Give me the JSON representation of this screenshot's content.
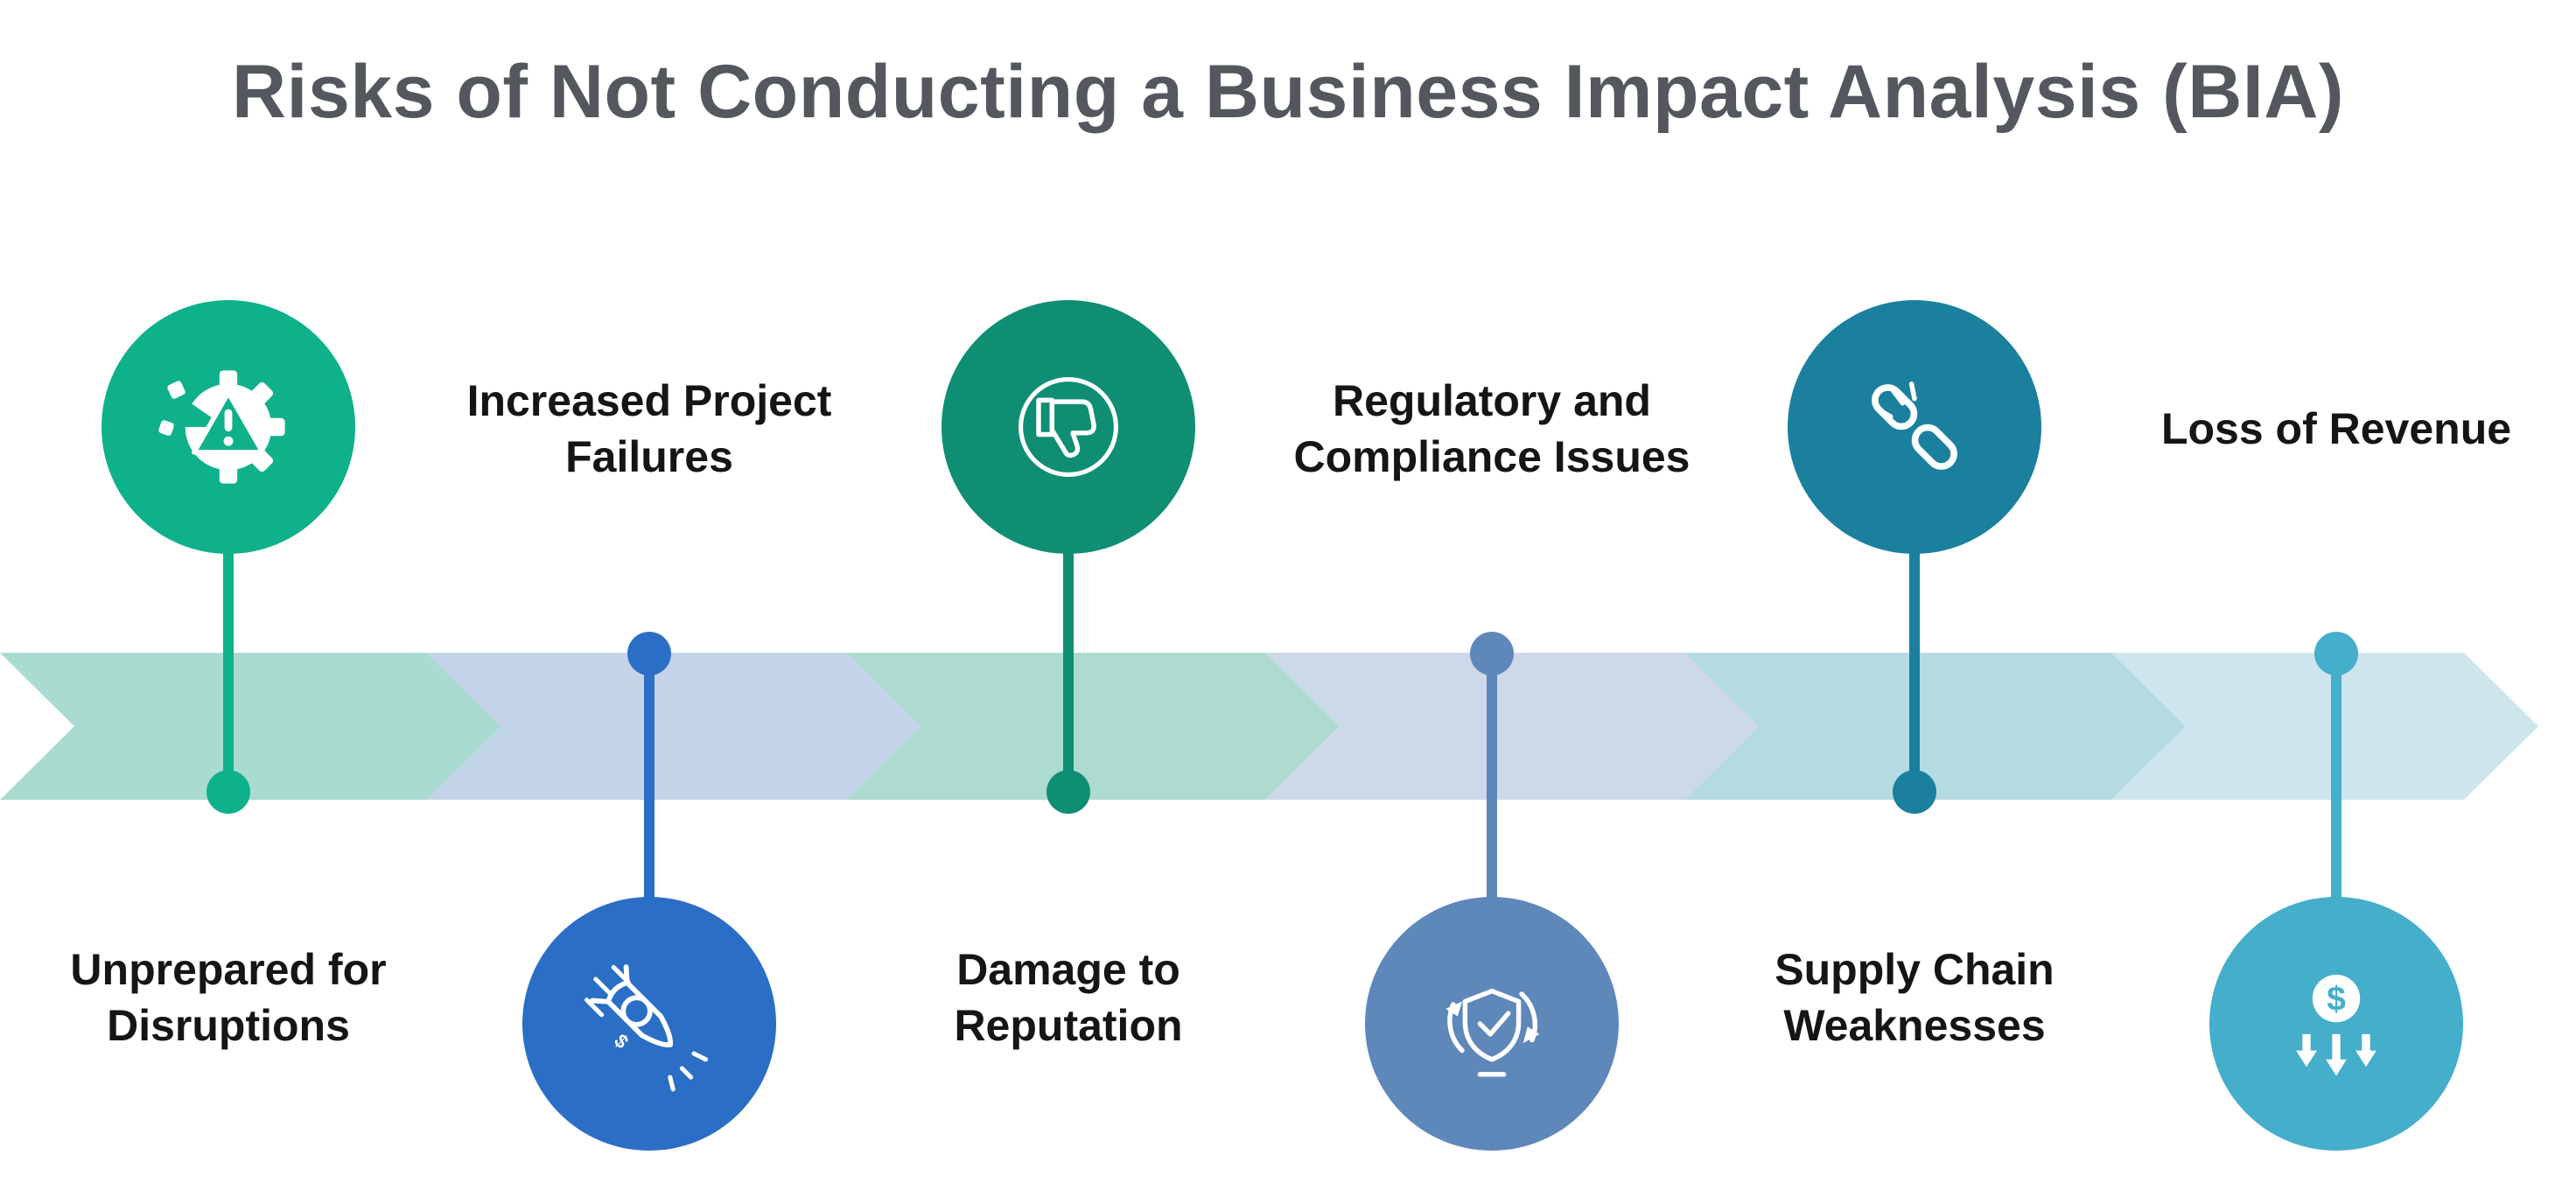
{
  "title": "Risks of Not Conducting a Business Impact Analysis (BIA)",
  "items": [
    {
      "id": "unprepared-for-disruptions",
      "lines": [
        "Unprepared for",
        "Disruptions"
      ],
      "color": "#0fb18a",
      "icon": "broken-gear-warning-icon",
      "side": "top"
    },
    {
      "id": "increased-project-failures",
      "lines": [
        "Increased Project",
        "Failures"
      ],
      "color": "#2b6ec5",
      "icon": "crashing-rocket-icon",
      "side": "bottom"
    },
    {
      "id": "damage-to-reputation",
      "lines": [
        "Damage to",
        "Reputation"
      ],
      "color": "#0f8e74",
      "icon": "thumbs-down-icon",
      "side": "top"
    },
    {
      "id": "regulatory-and-compliance-issues",
      "lines": [
        "Regulatory and",
        "Compliance Issues"
      ],
      "color": "#5e87ba",
      "icon": "shield-check-icon",
      "side": "bottom"
    },
    {
      "id": "supply-chain-weaknesses",
      "lines": [
        "Supply Chain",
        "Weaknesses"
      ],
      "color": "#1b7f9e",
      "icon": "broken-chain-icon",
      "side": "top"
    },
    {
      "id": "loss-of-revenue",
      "lines": [
        "Loss of Revenue"
      ],
      "color": "#45aeca",
      "icon": "money-decrease-icon",
      "side": "bottom"
    }
  ],
  "timeline": {
    "segment_colors": [
      "#a9dbd1",
      "#c3d4e9",
      "#aedbd0",
      "#cdd8e8",
      "#b4dbe1",
      "#cfe5ee"
    ]
  },
  "title_color": "#54585e",
  "label_color": "#151515"
}
